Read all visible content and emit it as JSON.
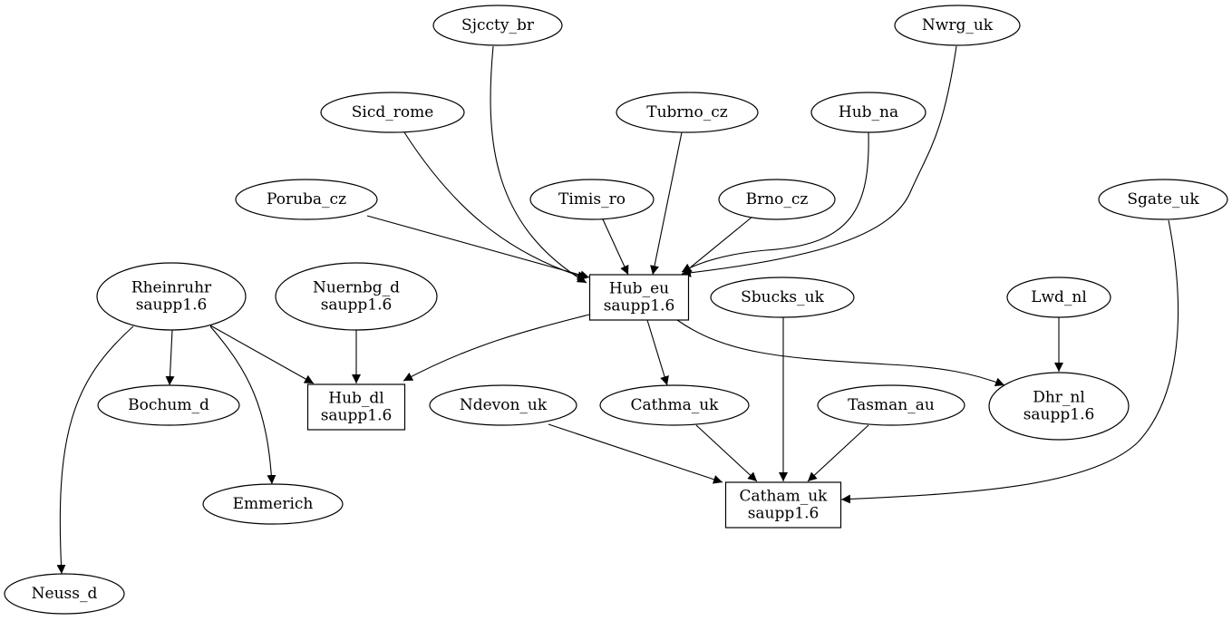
{
  "graph": {
    "nodes": [
      {
        "id": "sjccty_br",
        "lines": [
          "Sjccty_br"
        ],
        "shape": "ellipse"
      },
      {
        "id": "nwrg_uk",
        "lines": [
          "Nwrg_uk"
        ],
        "shape": "ellipse"
      },
      {
        "id": "sicd_rome",
        "lines": [
          "Sicd_rome"
        ],
        "shape": "ellipse"
      },
      {
        "id": "tubrno_cz",
        "lines": [
          "Tubrno_cz"
        ],
        "shape": "ellipse"
      },
      {
        "id": "hub_na",
        "lines": [
          "Hub_na"
        ],
        "shape": "ellipse"
      },
      {
        "id": "poruba_cz",
        "lines": [
          "Poruba_cz"
        ],
        "shape": "ellipse"
      },
      {
        "id": "timis_ro",
        "lines": [
          "Timis_ro"
        ],
        "shape": "ellipse"
      },
      {
        "id": "brno_cz",
        "lines": [
          "Brno_cz"
        ],
        "shape": "ellipse"
      },
      {
        "id": "sgate_uk",
        "lines": [
          "Sgate_uk"
        ],
        "shape": "ellipse"
      },
      {
        "id": "rheinruhr",
        "lines": [
          "Rheinruhr",
          "saupp1.6"
        ],
        "shape": "ellipse"
      },
      {
        "id": "nuernbg_d",
        "lines": [
          "Nuernbg_d",
          "saupp1.6"
        ],
        "shape": "ellipse"
      },
      {
        "id": "hub_eu",
        "lines": [
          "Hub_eu",
          "saupp1.6"
        ],
        "shape": "box"
      },
      {
        "id": "sbucks_uk",
        "lines": [
          "Sbucks_uk"
        ],
        "shape": "ellipse"
      },
      {
        "id": "lwd_nl",
        "lines": [
          "Lwd_nl"
        ],
        "shape": "ellipse"
      },
      {
        "id": "bochum_d",
        "lines": [
          "Bochum_d"
        ],
        "shape": "ellipse"
      },
      {
        "id": "hub_dl",
        "lines": [
          "Hub_dl",
          "saupp1.6"
        ],
        "shape": "box"
      },
      {
        "id": "ndevon_uk",
        "lines": [
          "Ndevon_uk"
        ],
        "shape": "ellipse"
      },
      {
        "id": "cathma_uk",
        "lines": [
          "Cathma_uk"
        ],
        "shape": "ellipse"
      },
      {
        "id": "tasman_au",
        "lines": [
          "Tasman_au"
        ],
        "shape": "ellipse"
      },
      {
        "id": "dhr_nl",
        "lines": [
          "Dhr_nl",
          "saupp1.6"
        ],
        "shape": "ellipse"
      },
      {
        "id": "emmerich",
        "lines": [
          "Emmerich"
        ],
        "shape": "ellipse"
      },
      {
        "id": "catham_uk",
        "lines": [
          "Catham_uk",
          "saupp1.6"
        ],
        "shape": "box"
      },
      {
        "id": "neuss_d",
        "lines": [
          "Neuss_d"
        ],
        "shape": "ellipse"
      }
    ],
    "edges": [
      {
        "from": "sjccty_br",
        "to": "hub_eu"
      },
      {
        "from": "nwrg_uk",
        "to": "hub_eu"
      },
      {
        "from": "sicd_rome",
        "to": "hub_eu"
      },
      {
        "from": "tubrno_cz",
        "to": "hub_eu"
      },
      {
        "from": "hub_na",
        "to": "hub_eu"
      },
      {
        "from": "poruba_cz",
        "to": "hub_eu"
      },
      {
        "from": "timis_ro",
        "to": "hub_eu"
      },
      {
        "from": "brno_cz",
        "to": "hub_eu"
      },
      {
        "from": "hub_eu",
        "to": "hub_dl"
      },
      {
        "from": "hub_eu",
        "to": "cathma_uk"
      },
      {
        "from": "hub_eu",
        "to": "dhr_nl"
      },
      {
        "from": "rheinruhr",
        "to": "hub_dl"
      },
      {
        "from": "rheinruhr",
        "to": "bochum_d"
      },
      {
        "from": "rheinruhr",
        "to": "emmerich"
      },
      {
        "from": "rheinruhr",
        "to": "neuss_d"
      },
      {
        "from": "nuernbg_d",
        "to": "hub_dl"
      },
      {
        "from": "lwd_nl",
        "to": "dhr_nl"
      },
      {
        "from": "sbucks_uk",
        "to": "catham_uk"
      },
      {
        "from": "ndevon_uk",
        "to": "catham_uk"
      },
      {
        "from": "cathma_uk",
        "to": "catham_uk"
      },
      {
        "from": "tasman_au",
        "to": "catham_uk"
      },
      {
        "from": "sgate_uk",
        "to": "catham_uk"
      }
    ]
  }
}
